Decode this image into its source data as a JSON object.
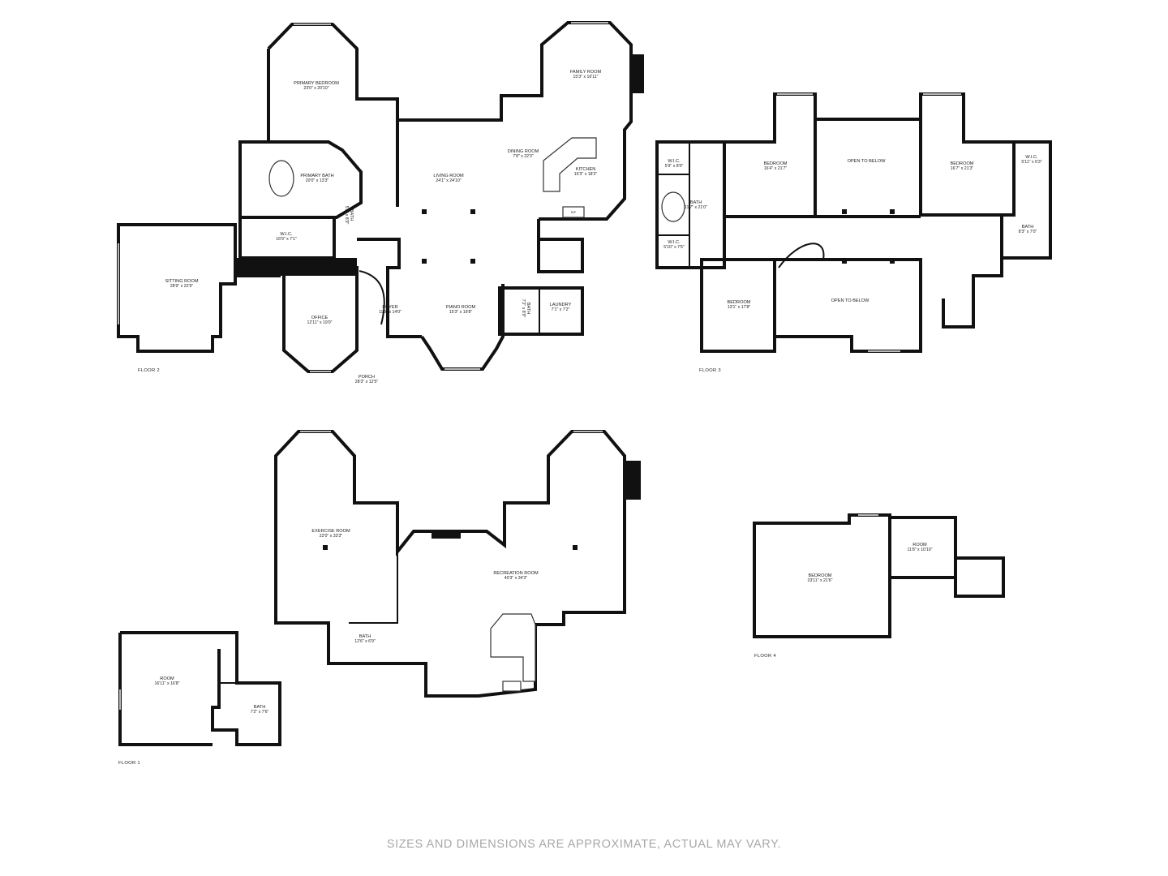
{
  "floors": [
    {
      "label": "FLOOR 1"
    },
    {
      "label": "FLOOR 2"
    },
    {
      "label": "FLOOR 3"
    },
    {
      "label": "FLOOR 4"
    }
  ],
  "rooms": [
    {
      "name": "PRIMARY BEDROOM",
      "dims": "23'0\" x 20'10\""
    },
    {
      "name": "FAMILY ROOM",
      "dims": "15'3\" x 16'11\""
    },
    {
      "name": "DINING ROOM",
      "dims": "7'8\" x 22'3\""
    },
    {
      "name": "PRIMARY BATH",
      "dims": "20'0\" x 13'3\""
    },
    {
      "name": "LIVING ROOM",
      "dims": "24'1\" x 24'10\""
    },
    {
      "name": "KITCHEN",
      "dims": "15'3\" x 18'2\""
    },
    {
      "name": "W.I.C.",
      "dims": "16'9\" x 7'1\""
    },
    {
      "name": "BATH",
      "dims": "5'5\" x 8'9\""
    },
    {
      "name": "SITTING ROOM",
      "dims": "28'9\" x 22'9\""
    },
    {
      "name": "OFFICE",
      "dims": "12'11\" x 19'0\""
    },
    {
      "name": "FOYER",
      "dims": "11'9\" x 14'0\""
    },
    {
      "name": "PIANO ROOM",
      "dims": "15'3\" x 19'8\""
    },
    {
      "name": "BATH",
      "dims": "7'2\" x 8'9\""
    },
    {
      "name": "LAUNDRY",
      "dims": "7'1\" x 7'2\""
    },
    {
      "name": "PORCH",
      "dims": "28'3\" x 12'5\""
    },
    {
      "name": "W.I.C.",
      "dims": "5'9\" x 8'0\""
    },
    {
      "name": "BEDROOM",
      "dims": "16'4\" x 21'7\""
    },
    {
      "name": "OPEN TO BELOW",
      "dims": ""
    },
    {
      "name": "BEDROOM",
      "dims": "16'7\" x 21'3\""
    },
    {
      "name": "W.I.C.",
      "dims": "5'11\" x 6'3\""
    },
    {
      "name": "BATH",
      "dims": "11'7\" x 21'0\""
    },
    {
      "name": "W.I.C.",
      "dims": "5'10\" x 7'5\""
    },
    {
      "name": "BATH",
      "dims": "8'3\" x 7'0\""
    },
    {
      "name": "BEDROOM",
      "dims": "13'1\" x 17'8\""
    },
    {
      "name": "OPEN TO BELOW",
      "dims": ""
    },
    {
      "name": "EXERCISE ROOM",
      "dims": "22'0\" x 33'3\""
    },
    {
      "name": "RECREATION ROOM",
      "dims": "40'3\" x 34'3\""
    },
    {
      "name": "BATH",
      "dims": "12'6\" x 6'9\""
    },
    {
      "name": "ROOM",
      "dims": "16'11\" x 16'8\""
    },
    {
      "name": "BATH",
      "dims": "7'2\" x 7'6\""
    },
    {
      "name": "BEDROOM",
      "dims": "23'11\" x 21'6\""
    },
    {
      "name": "ROOM",
      "dims": "11'8\" x 10'10\""
    }
  ],
  "fixtures": {
    "refrigerator": "R/F"
  },
  "disclaimer": "SIZES AND DIMENSIONS ARE APPROXIMATE, ACTUAL MAY VARY."
}
